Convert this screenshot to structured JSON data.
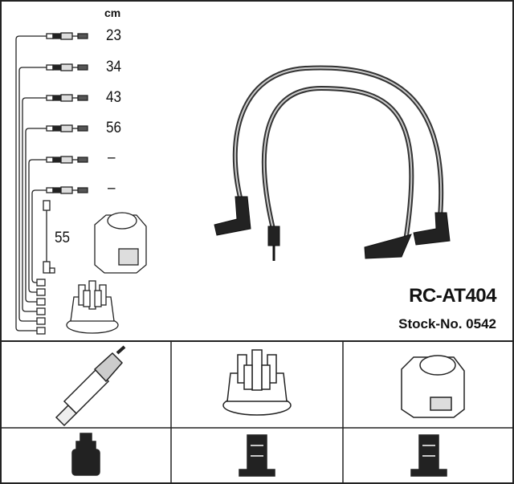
{
  "product": {
    "code": "RC-AT404",
    "stock_number": "Stock-No. 0542"
  },
  "cable_lengths": {
    "unit": "cm",
    "values": [
      "23",
      "34",
      "43",
      "56",
      "–",
      "–"
    ],
    "coil_cable": "55"
  },
  "grid_cells": [
    {
      "icon": "spark-plug-icon"
    },
    {
      "icon": "distributor-cap-icon"
    },
    {
      "icon": "ignition-coil-icon"
    },
    {
      "icon": "spark-plug-connector-icon"
    },
    {
      "icon": "distributor-connector-icon"
    },
    {
      "icon": "coil-connector-icon"
    }
  ]
}
